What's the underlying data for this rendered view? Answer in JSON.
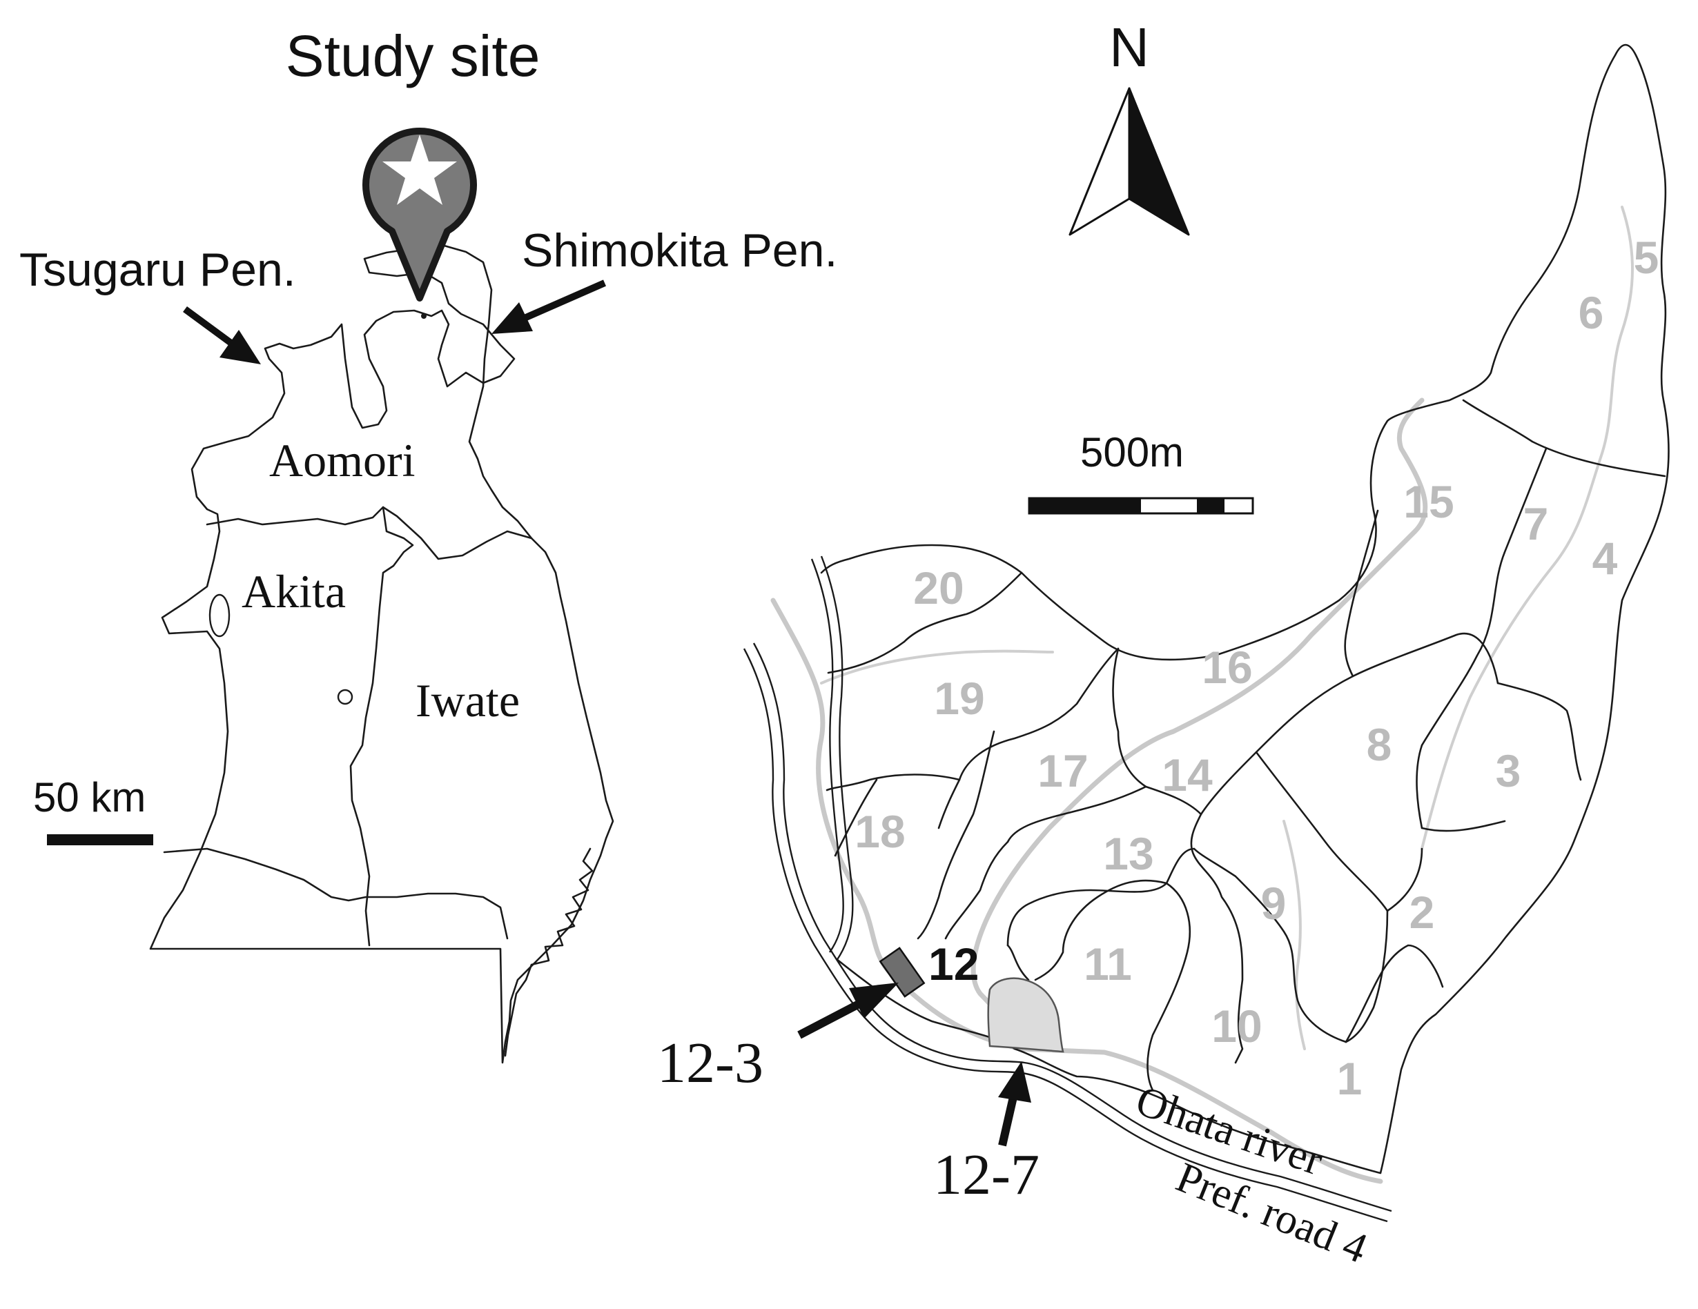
{
  "left_map": {
    "study_site_label": "Study site",
    "tsugaru_label": "Tsugaru Pen.",
    "shimokita_label": "Shimokita Pen.",
    "prefectures": [
      "Aomori",
      "Akita",
      "Iwate"
    ],
    "scale_bar_label": "50 km",
    "marker_icon": "star-pin-icon"
  },
  "right_map": {
    "north_label": "N",
    "scale_bar_label": "500m",
    "compartments": [
      "1",
      "2",
      "3",
      "4",
      "5",
      "6",
      "7",
      "8",
      "9",
      "10",
      "11",
      "13",
      "14",
      "15",
      "16",
      "17",
      "18",
      "19",
      "20"
    ],
    "highlight_compartment": "12",
    "site_labels": [
      "12-3",
      "12-7"
    ],
    "river_label": "Ohata river",
    "road_label": "Pref. road 4"
  },
  "colors": {
    "label_gray": "#bbbbbb",
    "marker_fill": "#7a7a7a",
    "plot_12_3_fill": "#6e6e6e",
    "plot_12_7_fill": "#dcdcdc"
  }
}
